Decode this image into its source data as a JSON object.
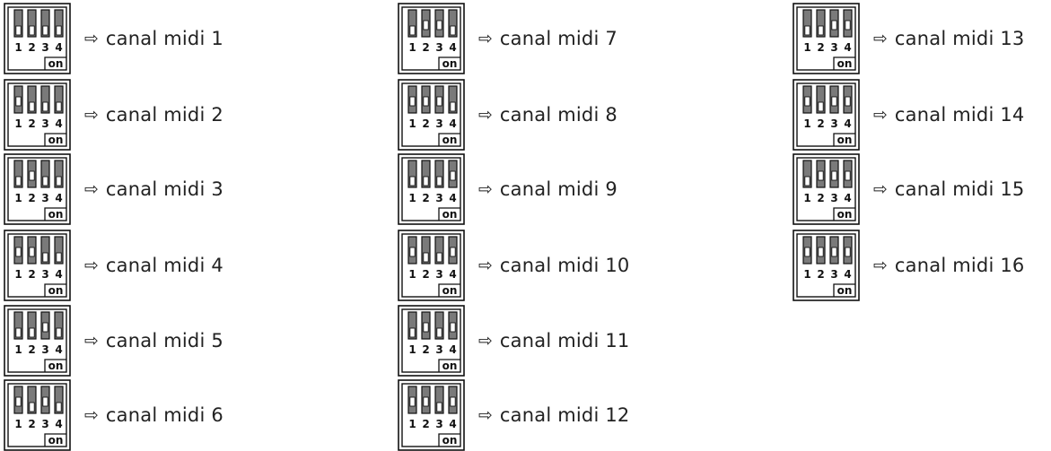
{
  "colors": {
    "switch_dark": "#7a7a7a",
    "switch_light": "#ffffff",
    "outline": "#111111",
    "text": "#222222"
  },
  "arrow_glyph": "⇨",
  "switch_numbers": [
    "1",
    "2",
    "3",
    "4"
  ],
  "on_label": "on",
  "entries": [
    {
      "label": "canal midi 1",
      "switches": [
        "off",
        "off",
        "off",
        "off"
      ]
    },
    {
      "label": "canal midi 2",
      "switches": [
        "on",
        "off",
        "off",
        "off"
      ]
    },
    {
      "label": "canal midi 3",
      "switches": [
        "off",
        "on",
        "off",
        "off"
      ]
    },
    {
      "label": "canal midi 4",
      "switches": [
        "on",
        "on",
        "off",
        "off"
      ]
    },
    {
      "label": "canal midi 5",
      "switches": [
        "off",
        "off",
        "on",
        "off"
      ]
    },
    {
      "label": "canal midi 6",
      "switches": [
        "on",
        "off",
        "on",
        "off"
      ]
    },
    {
      "label": "canal midi 7",
      "switches": [
        "off",
        "on",
        "on",
        "off"
      ]
    },
    {
      "label": "canal midi 8",
      "switches": [
        "on",
        "on",
        "on",
        "off"
      ]
    },
    {
      "label": "canal midi 9",
      "switches": [
        "off",
        "off",
        "off",
        "on"
      ]
    },
    {
      "label": "canal midi 10",
      "switches": [
        "on",
        "off",
        "off",
        "on"
      ]
    },
    {
      "label": "canal midi 11",
      "switches": [
        "off",
        "on",
        "off",
        "on"
      ]
    },
    {
      "label": "canal midi 12",
      "switches": [
        "on",
        "on",
        "off",
        "on"
      ]
    },
    {
      "label": "canal midi 13",
      "switches": [
        "off",
        "off",
        "on",
        "on"
      ]
    },
    {
      "label": "canal midi 14",
      "switches": [
        "on",
        "off",
        "on",
        "on"
      ]
    },
    {
      "label": "canal midi 15",
      "switches": [
        "off",
        "on",
        "on",
        "on"
      ]
    },
    {
      "label": "canal midi 16",
      "switches": [
        "on",
        "on",
        "on",
        "on"
      ]
    }
  ]
}
